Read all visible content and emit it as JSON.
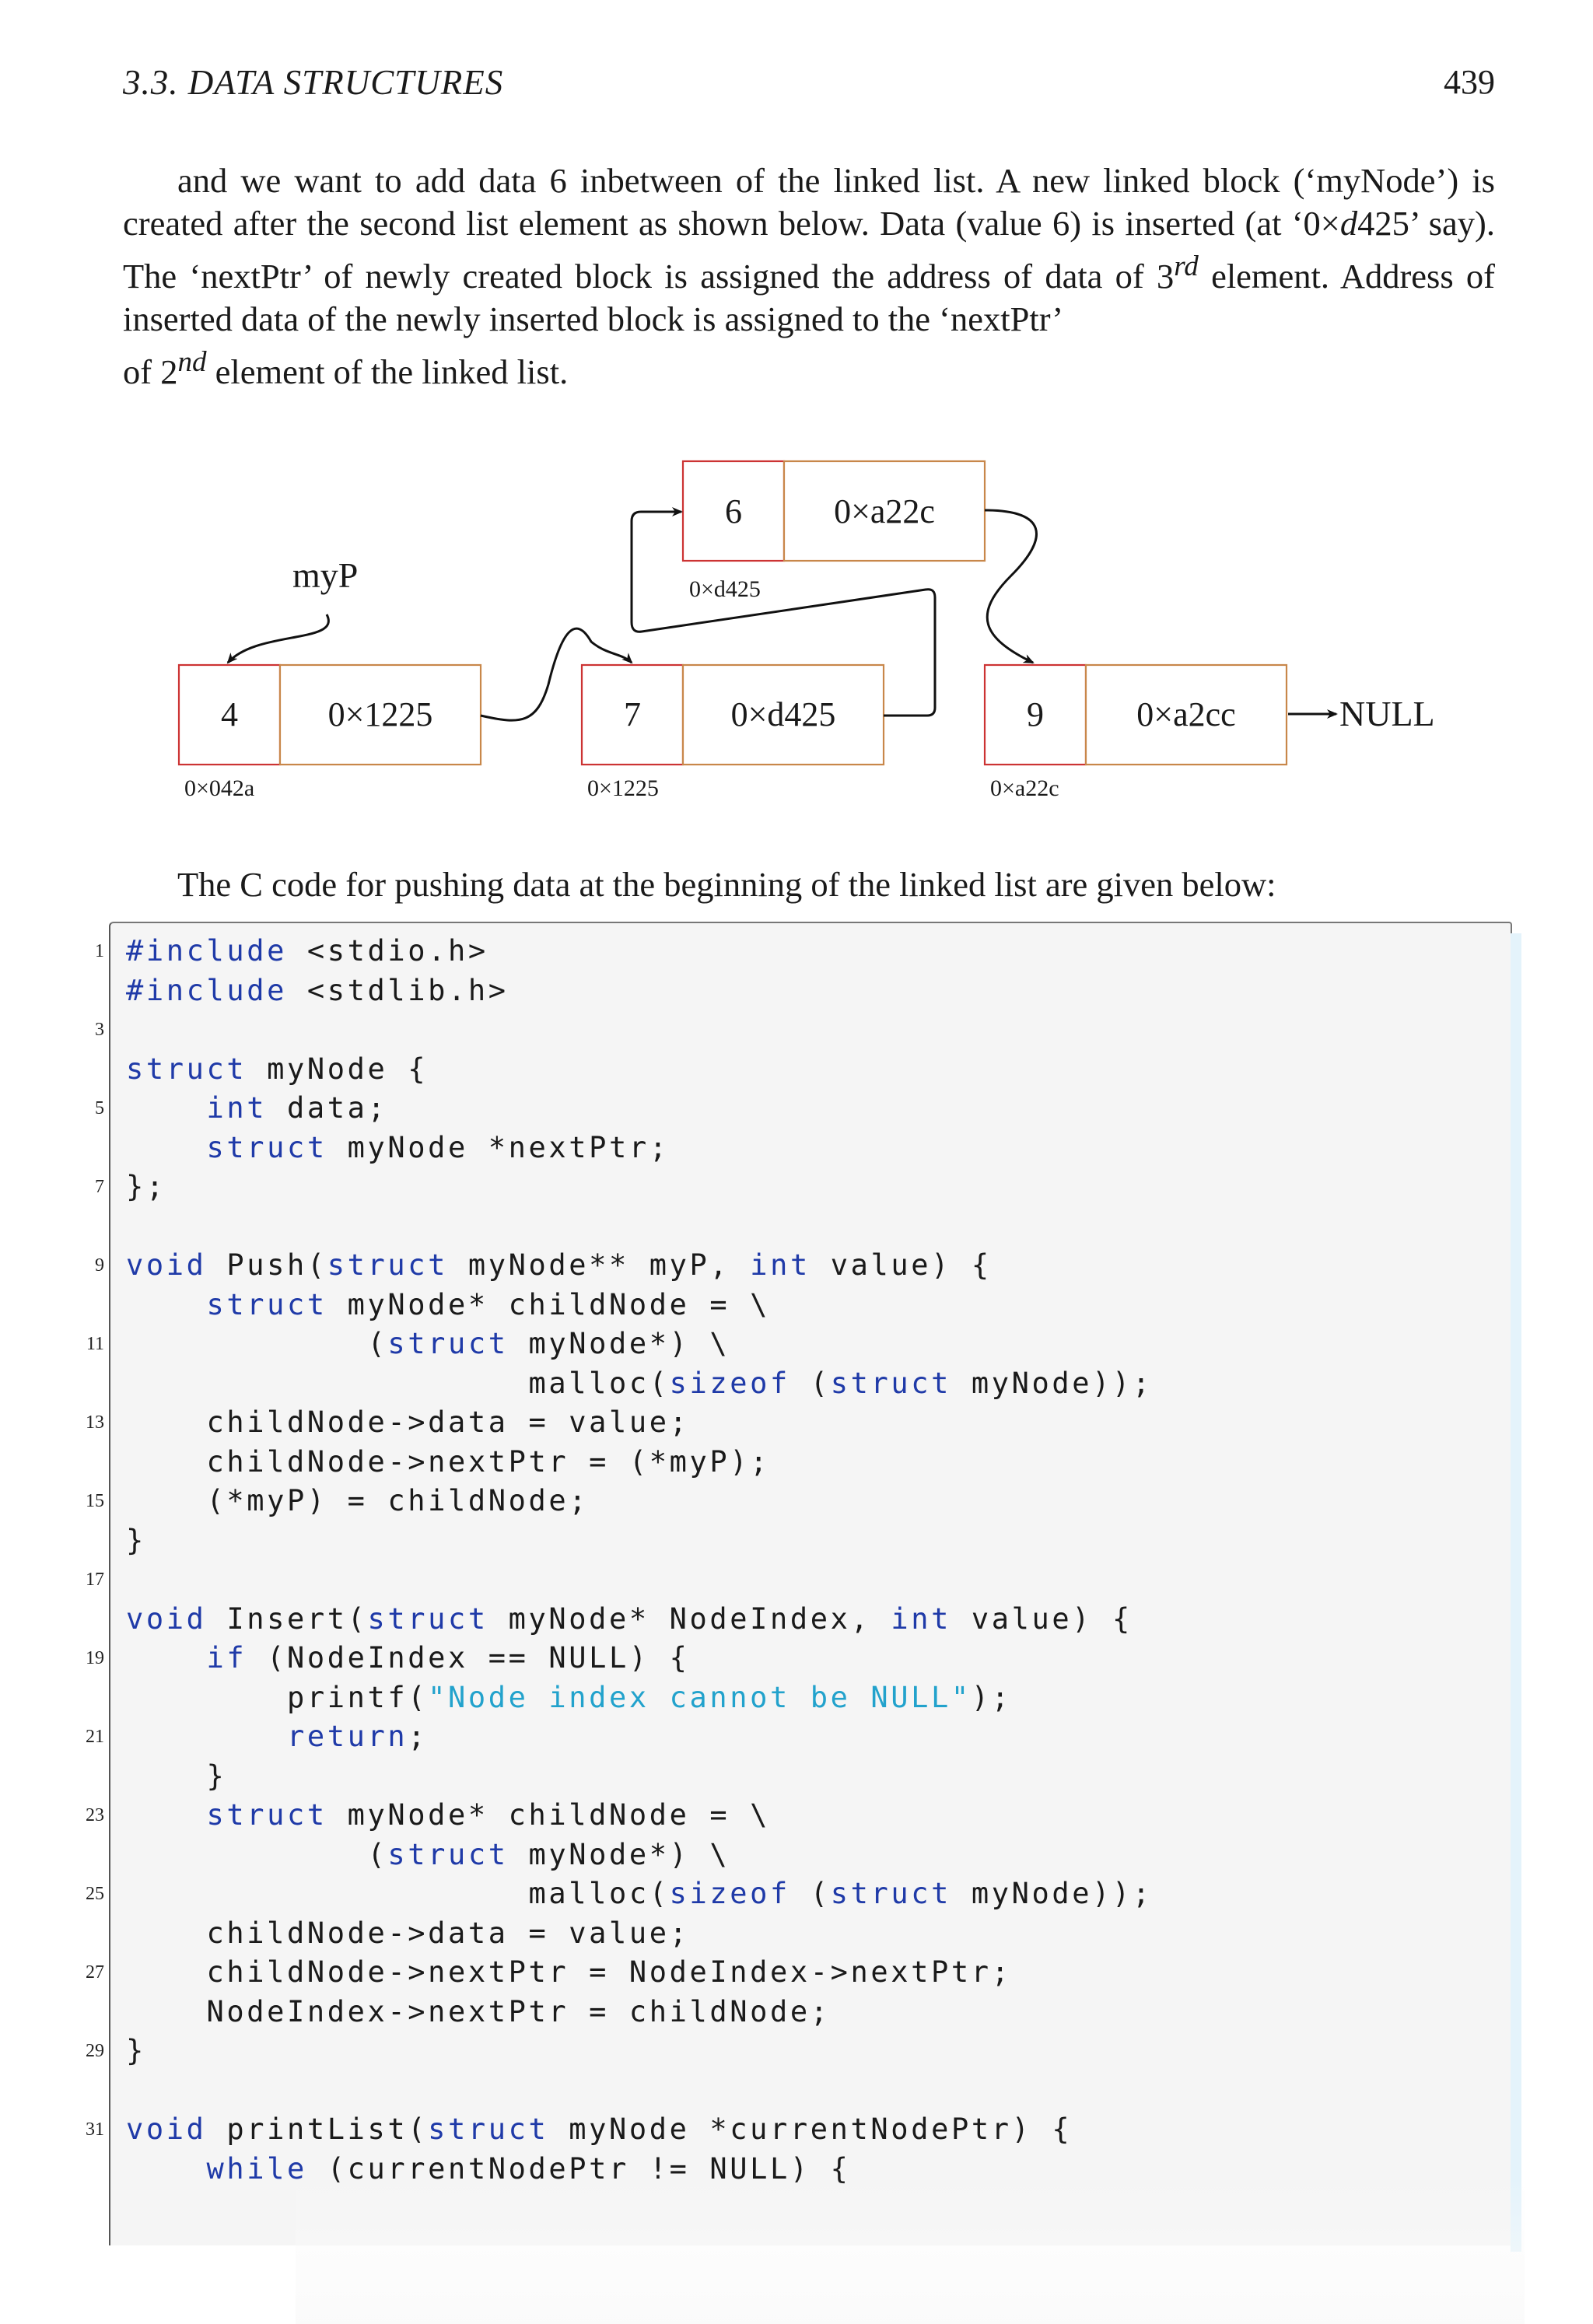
{
  "header": {
    "section": "3.3.  DATA STRUCTURES",
    "page": "439"
  },
  "paragraph": {
    "p1": "and we want to add data 6 inbetween of the linked list. A new linked block (‘myNode’) is created after the second list element as shown below. Data (value 6) is inserted (at ‘0×",
    "p1_ital": "d",
    "p2": "425’ say). The ‘nextPtr’ of newly created block is assigned the address of data of 3",
    "sup_rd": "rd",
    "p3": " element. Address of inserted data of the newly inserted block is assigned to the ‘nextPtr’",
    "p4": "of 2",
    "sup_nd": "nd",
    "p5": " element of the linked list."
  },
  "diagram": {
    "pointer_label": "myP",
    "null_label": "NULL",
    "nodes": [
      {
        "value": "4",
        "next": "0×1225",
        "address": "0×042a"
      },
      {
        "value": "7",
        "next": "0×d425",
        "address": "0×1225"
      },
      {
        "value": "6",
        "next": "0×a22c",
        "address": "0×d425"
      },
      {
        "value": "9",
        "next": "0×a2cc",
        "address": "0×a22c"
      }
    ]
  },
  "intro": "The C code for pushing data at the beginning of the linked list are given below:",
  "code": {
    "lines": [
      [
        [
          "k",
          "#include"
        ],
        [
          "t",
          " <stdio.h>"
        ]
      ],
      [
        [
          "k",
          "#include"
        ],
        [
          "t",
          " <stdlib.h>"
        ]
      ],
      [],
      [
        [
          "k",
          "struct"
        ],
        [
          "t",
          " myNode {"
        ]
      ],
      [
        [
          "t",
          "    "
        ],
        [
          "k",
          "int"
        ],
        [
          "t",
          " data;"
        ]
      ],
      [
        [
          "t",
          "    "
        ],
        [
          "k",
          "struct"
        ],
        [
          "t",
          " myNode *nextPtr;"
        ]
      ],
      [
        [
          "t",
          "};"
        ]
      ],
      [],
      [
        [
          "k",
          "void"
        ],
        [
          "t",
          " Push("
        ],
        [
          "k",
          "struct"
        ],
        [
          "t",
          " myNode** myP, "
        ],
        [
          "k",
          "int"
        ],
        [
          "t",
          " value) {"
        ]
      ],
      [
        [
          "t",
          "    "
        ],
        [
          "k",
          "struct"
        ],
        [
          "t",
          " myNode* childNode = \\"
        ]
      ],
      [
        [
          "t",
          "            ("
        ],
        [
          "k",
          "struct"
        ],
        [
          "t",
          " myNode*) \\"
        ]
      ],
      [
        [
          "t",
          "                    malloc("
        ],
        [
          "k",
          "sizeof"
        ],
        [
          "t",
          " ("
        ],
        [
          "k",
          "struct"
        ],
        [
          "t",
          " myNode));"
        ]
      ],
      [
        [
          "t",
          "    childNode->data = value;"
        ]
      ],
      [
        [
          "t",
          "    childNode->nextPtr = (*myP);"
        ]
      ],
      [
        [
          "t",
          "    (*myP) = childNode;"
        ]
      ],
      [
        [
          "t",
          "}"
        ]
      ],
      [],
      [
        [
          "k",
          "void"
        ],
        [
          "t",
          " Insert("
        ],
        [
          "k",
          "struct"
        ],
        [
          "t",
          " myNode* NodeIndex, "
        ],
        [
          "k",
          "int"
        ],
        [
          "t",
          " value) {"
        ]
      ],
      [
        [
          "t",
          "    "
        ],
        [
          "k",
          "if"
        ],
        [
          "t",
          " (NodeIndex == NULL) {"
        ]
      ],
      [
        [
          "t",
          "        printf("
        ],
        [
          "s",
          "\"Node index cannot be NULL\""
        ],
        [
          "t",
          ");"
        ]
      ],
      [
        [
          "t",
          "        "
        ],
        [
          "k",
          "return"
        ],
        [
          "t",
          ";"
        ]
      ],
      [
        [
          "t",
          "    }"
        ]
      ],
      [
        [
          "t",
          "    "
        ],
        [
          "k",
          "struct"
        ],
        [
          "t",
          " myNode* childNode = \\"
        ]
      ],
      [
        [
          "t",
          "            ("
        ],
        [
          "k",
          "struct"
        ],
        [
          "t",
          " myNode*) \\"
        ]
      ],
      [
        [
          "t",
          "                    malloc("
        ],
        [
          "k",
          "sizeof"
        ],
        [
          "t",
          " ("
        ],
        [
          "k",
          "struct"
        ],
        [
          "t",
          " myNode));"
        ]
      ],
      [
        [
          "t",
          "    childNode->data = value;"
        ]
      ],
      [
        [
          "t",
          "    childNode->nextPtr = NodeIndex->nextPtr;"
        ]
      ],
      [
        [
          "t",
          "    NodeIndex->nextPtr = childNode;"
        ]
      ],
      [
        [
          "t",
          "}"
        ]
      ],
      [],
      [
        [
          "k",
          "void"
        ],
        [
          "t",
          " printList("
        ],
        [
          "k",
          "struct"
        ],
        [
          "t",
          " myNode *currentNodePtr) {"
        ]
      ],
      [
        [
          "t",
          "    "
        ],
        [
          "k",
          "while"
        ],
        [
          "t",
          " (currentNodePtr != NULL) {"
        ]
      ]
    ],
    "line_numbers": [
      "1",
      "",
      "3",
      "",
      "5",
      "",
      "7",
      "",
      "9",
      "",
      "11",
      "",
      "13",
      "",
      "15",
      "",
      "17",
      "",
      "19",
      "",
      "21",
      "",
      "23",
      "",
      "25",
      "",
      "27",
      "",
      "29",
      "",
      "31",
      ""
    ]
  }
}
